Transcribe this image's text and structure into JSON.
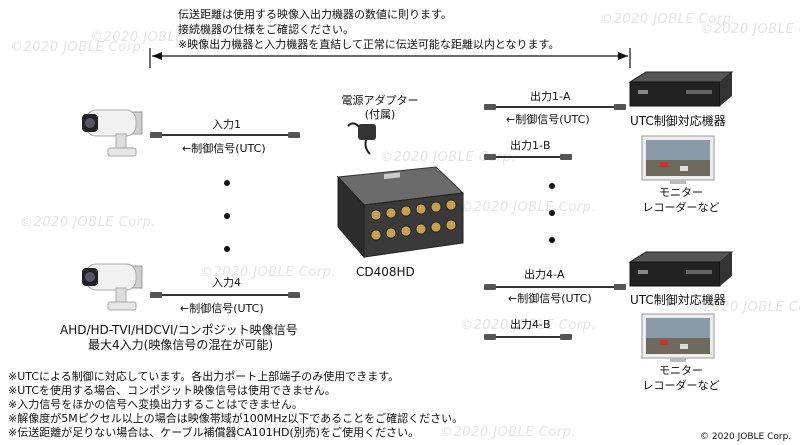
{
  "top_notes": [
    "伝送距離は使用する映像入出力機器の数値に則ります。",
    "接続機器の仕様をご確認ください。",
    "※映像出力機器と入力機器を直結して正常に伝送可能な距離以内となります。"
  ],
  "watermark": "©2020 JOBLE Corp.",
  "copyright": "© 2020 JOBLE Corp.",
  "left": {
    "input1": "入力1",
    "control1": "←制御信号(UTC)",
    "input4": "入力4",
    "control4": "←制御信号(UTC)",
    "caption_line1": "AHD/HD-TVI/HDCVI/コンポジット映像信号",
    "caption_line2": "最大4入力(映像信号の混在が可能)"
  },
  "center": {
    "adapter_line1": "電源アダプター",
    "adapter_line2": "(付属)",
    "device_model": "CD408HD"
  },
  "right": {
    "out1a": "出力1-A",
    "control_out1a": "←制御信号(UTC)",
    "out1b": "出力1-B",
    "out4a": "出力4-A",
    "control_out4a": "←制御信号(UTC)",
    "out4b": "出力4-B",
    "recorder_label": "UTC制御対応機器",
    "monitor_line1": "モニター",
    "monitor_line2": "レコーダーなど"
  },
  "bottom_notes": [
    "※UTCによる制御に対応しています。各出力ポート上部端子のみ使用できます。",
    "※UTCを使用する場合、コンポジット映像信号は使用できません。",
    "※入力信号をほかの信号へ変換出力することはできません。",
    "※解像度が5Mピクセル以上の場合は映像帯域が100MHz以下であることをご確認ください。",
    "※伝送距離が足りない場合は、ケーブル補償器CA101HD(別売)をご使用ください。"
  ]
}
